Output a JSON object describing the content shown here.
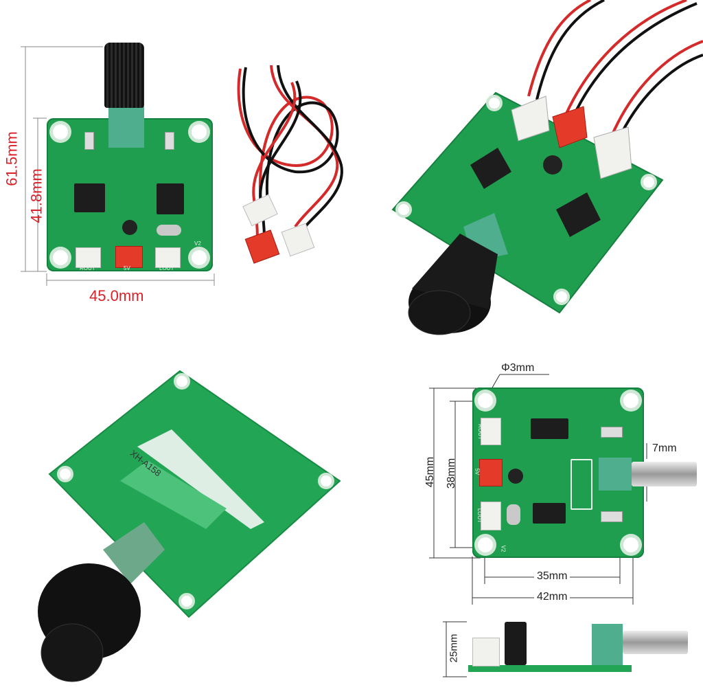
{
  "panel_top_left": {
    "height_total": "61.5mm",
    "height_board": "41.8mm",
    "width": "45.0mm",
    "board_labels": {
      "rout": "ROUT",
      "power": "5V",
      "lout": "LOUT",
      "version": "V2"
    }
  },
  "panel_bottom_left": {
    "silkscreen_model": "XH-A158"
  },
  "panel_bottom_right": {
    "hole_diameter": "Φ3mm",
    "shaft": "7mm",
    "height_total": "45mm",
    "hole_spacing_vertical": "38mm",
    "hole_spacing_horizontal": "35mm",
    "width_total": "42mm",
    "board_labels": {
      "rout": "ROUT",
      "power": "5V",
      "lout": "LOUT",
      "version": "V2"
    }
  },
  "panel_side": {
    "height": "25mm"
  },
  "colors": {
    "pcb": "#1f9e4f",
    "dimension_red": "#d8232a",
    "wire_red": "#d42a2a",
    "wire_black": "#111111"
  }
}
